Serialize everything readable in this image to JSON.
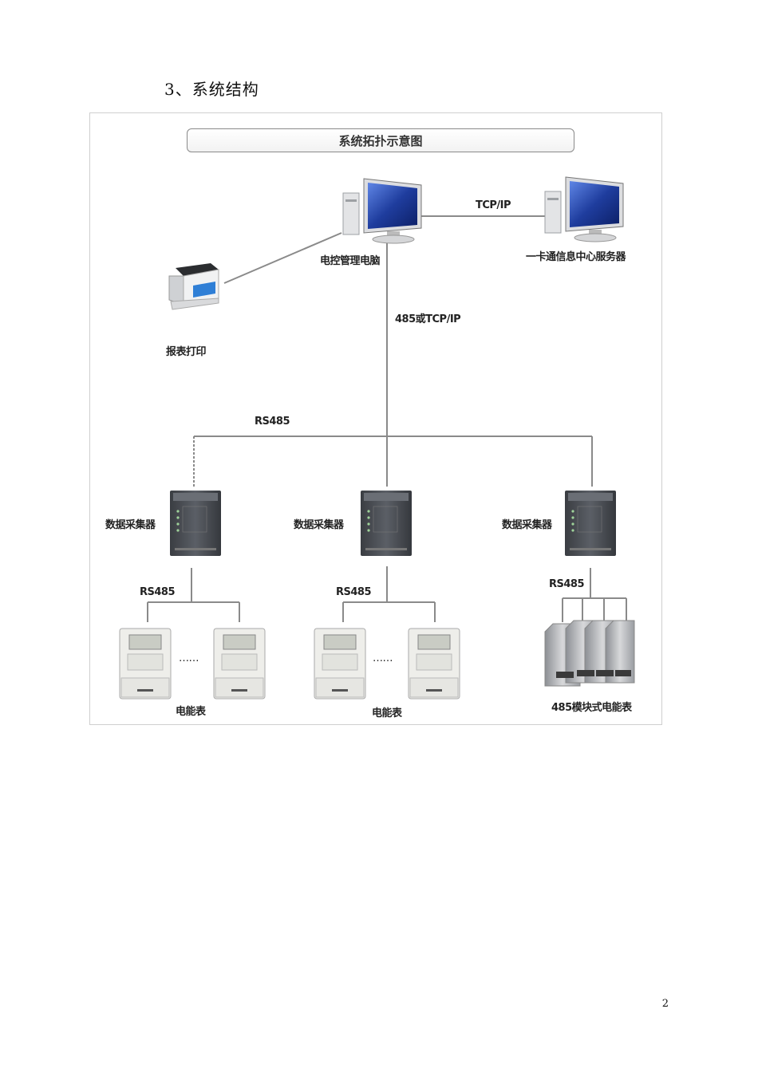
{
  "heading": "3、系统结构",
  "diagram": {
    "title": "系统拓扑示意图",
    "links": {
      "tcpip": "TCP/IP",
      "trunk": "485或TCP/IP",
      "bus": "RS485",
      "meter_bus_1": "RS485",
      "meter_bus_2": "RS485",
      "module_bus": "RS485"
    },
    "nodes": {
      "control_pc": "电控管理电脑",
      "server": "一卡通信息中心服务器",
      "printer": "报表打印",
      "collector_1": "数据采集器",
      "collector_2": "数据采集器",
      "collector_3": "数据采集器",
      "meters_1": "电能表",
      "meters_2": "电能表",
      "module_meters": "485模块式电能表"
    },
    "ellipsis": "……"
  },
  "page_number": "2",
  "colors": {
    "line": "#8a8a8a",
    "screen": "#1f3d9e",
    "device": "#4a4d52"
  }
}
